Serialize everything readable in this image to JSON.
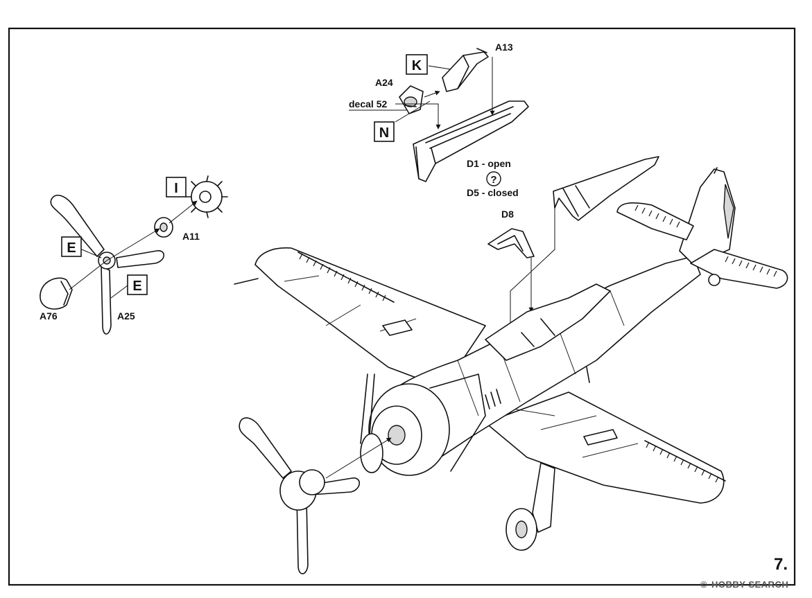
{
  "step_number": "7.",
  "callouts": {
    "a13": "A13",
    "a24": "A24",
    "decal": "decal 52",
    "k": "K",
    "n": "N",
    "d1": "D1 - open",
    "question": "?",
    "d5": "D5 - closed",
    "d8": "D8",
    "i": "I",
    "a11": "A11",
    "e1": "E",
    "e2": "E",
    "a76": "A76",
    "a25": "A25"
  },
  "watermark": {
    "text": "HOBBY SEARCH",
    "symbol": "©"
  }
}
